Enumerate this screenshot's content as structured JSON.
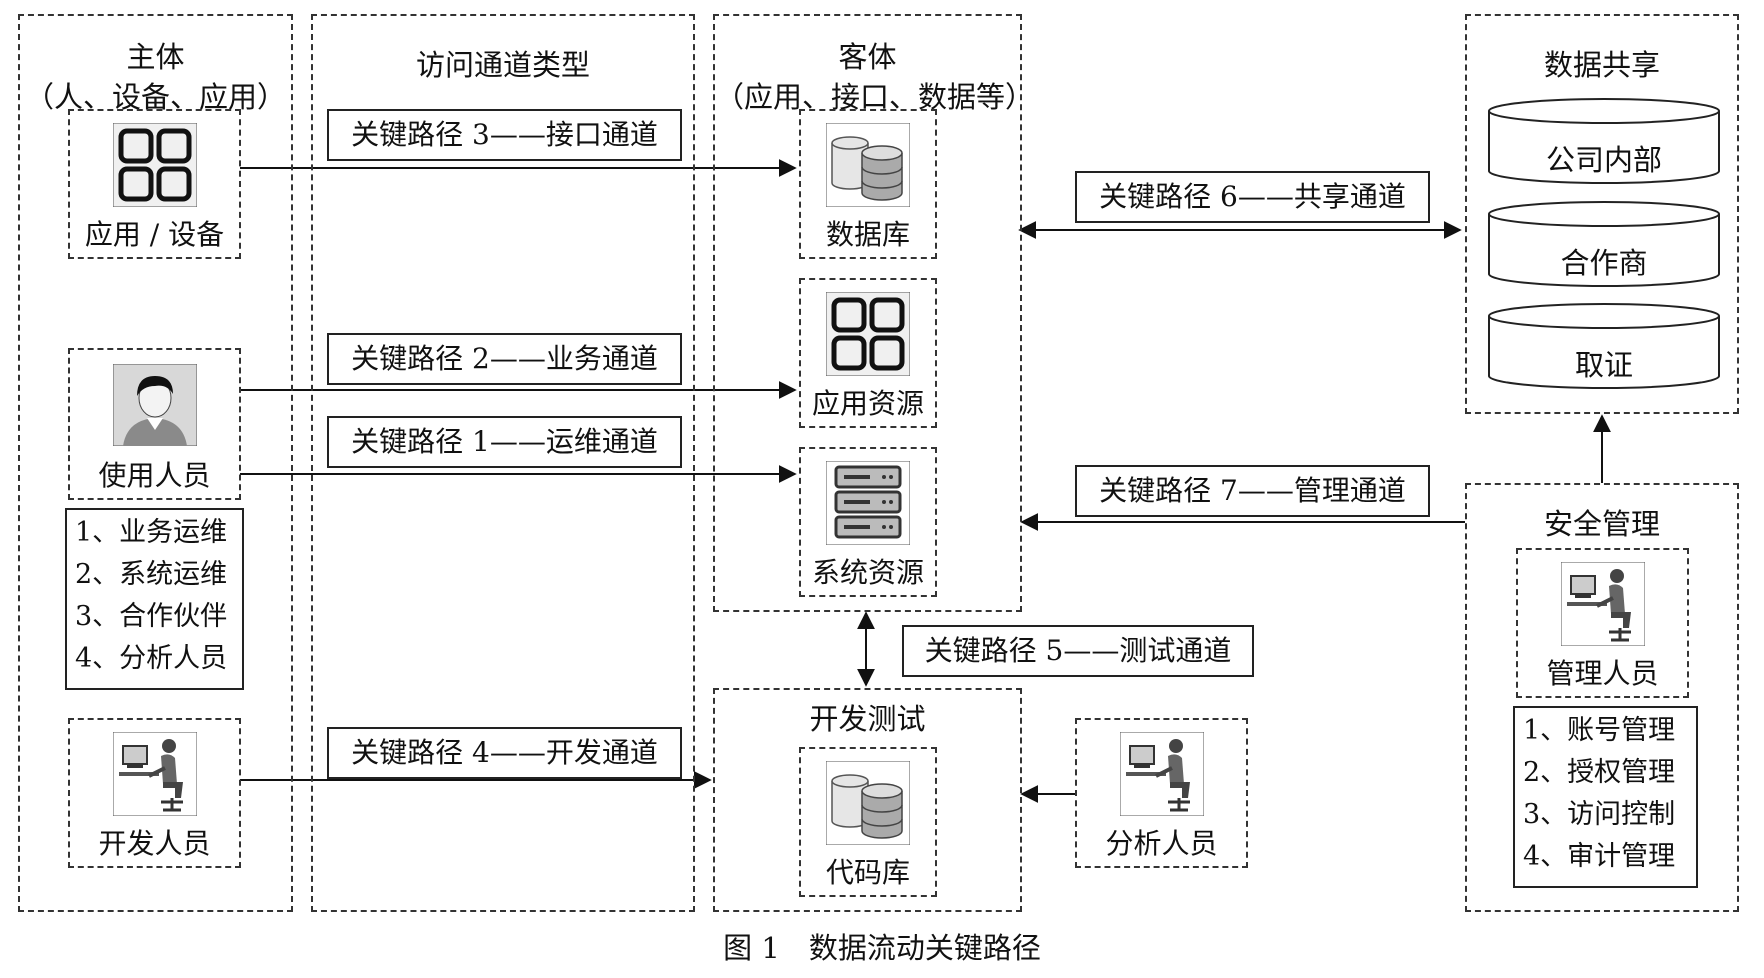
{
  "subject": {
    "title": "主体",
    "subtitle": "（人、设备、应用）",
    "app_device_label": "应用 / 设备",
    "user_label": "使用人员",
    "user_roles": [
      "1、业务运维",
      "2、系统运维",
      "3、合作伙伴",
      "4、分析人员"
    ],
    "developer_label": "开发人员"
  },
  "channel": {
    "title": "访问通道类型",
    "path3": "关键路径 3——接口通道",
    "path2": "关键路径 2——业务通道",
    "path1": "关键路径 1——运维通道",
    "path4": "关键路径 4——开发通道"
  },
  "object": {
    "title": "客体",
    "subtitle": "（应用、接口、数据等）",
    "database_label": "数据库",
    "app_resource_label": "应用资源",
    "system_resource_label": "系统资源"
  },
  "devtest": {
    "title": "开发测试",
    "code_repo_label": "代码库",
    "path5": "关键路径 5——测试通道"
  },
  "analyst": {
    "label": "分析人员"
  },
  "sharing": {
    "title": "数据共享",
    "path6": "关键路径 6——共享通道",
    "items": [
      "公司内部",
      "合作商",
      "取证"
    ]
  },
  "security": {
    "title": "安全管理",
    "admin_label": "管理人员",
    "path7": "关键路径 7——管理通道",
    "functions": [
      "1、账号管理",
      "2、授权管理",
      "3、访问控制",
      "4、审计管理"
    ]
  },
  "caption": "图 1　数据流动关键路径"
}
